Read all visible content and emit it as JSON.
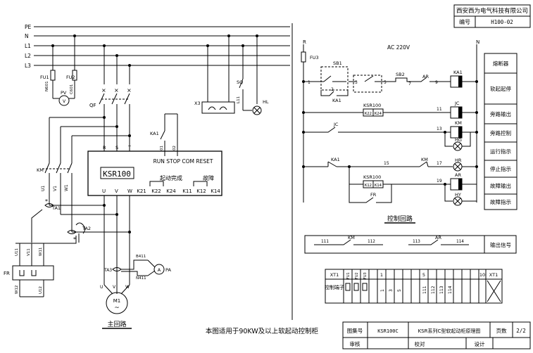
{
  "title_block": {
    "company": "西安西为电气科技有限公司",
    "number_label": "编号",
    "number_value": "H100-02",
    "drawing_no_label": "图集号",
    "drawing_no": "KSR100C",
    "drawing_title": "KSR系列C型软起动柜原理图",
    "page_label": "页数",
    "page_value": "2/2",
    "review_label": "审核",
    "proof_label": "校对",
    "design_label": "设计"
  },
  "note": "本图适用于90KW及以上软起动控制柜",
  "main_circuit": {
    "caption": "主回路",
    "bus_labels": [
      "PE",
      "N",
      "L1",
      "L2",
      "L3"
    ],
    "fuse_labels": [
      "FU1",
      "FU2"
    ],
    "wire_labels": [
      "N601",
      "C601",
      "L11",
      "B411",
      "N411"
    ],
    "meter_pv": "PV",
    "meter_pa": "PA",
    "qf": "QF",
    "km": "KM",
    "x3": "X3",
    "sq": "SQ",
    "hl": "HL",
    "ka1": "KA1",
    "fr": "FR",
    "ta1": "TA1",
    "ta2": "TA2",
    "ta3": "TA3",
    "motor": "M1",
    "motor_symbol": "~",
    "phases_in": [
      "R",
      "S",
      "T"
    ],
    "phases_out": [
      "U",
      "V",
      "W"
    ],
    "wire_in": [
      "U1",
      "V1",
      "W1"
    ],
    "fr_wires": [
      "U11",
      "V11",
      "W11"
    ],
    "fr_bottom": [
      "W12",
      "U12"
    ],
    "motor_terms": [
      "U",
      "V",
      "W"
    ],
    "ctrl_terms": [
      "01",
      "02"
    ],
    "asterisk": "*"
  },
  "softstarter": {
    "name": "KSR100",
    "top_terminals": "RUN STOP COM RESET",
    "bottom_terminals": [
      "K21",
      "K22",
      "K24",
      "K11",
      "K12",
      "K14"
    ],
    "label_done": "起动完成",
    "label_fault": "故障"
  },
  "control_circuit": {
    "caption": "控制回路",
    "supply": "AC 220V",
    "rail_r": "R",
    "rail_n": "N",
    "fu3": "FU3",
    "sb1": "SB1",
    "sb2": "SB2",
    "ka1": "KA1",
    "ar": "AR",
    "jc": "JC",
    "km": "KM",
    "hg": "HG",
    "hr": "HR",
    "fr": "FR",
    "hy": "HY",
    "ksr": "KSR100",
    "ksr_contacts": [
      "K22",
      "K24",
      "K12",
      "K14"
    ],
    "node_numbers": [
      "1",
      "3",
      "5",
      "7",
      "9",
      "11",
      "13",
      "15",
      "17",
      "19"
    ],
    "box_node": "2"
  },
  "legend": [
    "熔断器",
    "软起起停",
    "旁路输出",
    "旁路控制",
    "运行指示",
    "停止指示",
    "故障输出",
    "故障指示"
  ],
  "output_signal": {
    "label": "输出信号",
    "km": "KM",
    "ar": "AR",
    "terms": [
      "111",
      "112",
      "113",
      "114"
    ]
  },
  "terminal_strip": {
    "header": "XT1",
    "name": "控制端子",
    "fuse_labels": [
      "FU1",
      "FU2",
      "FU3"
    ],
    "numbers": [
      "1",
      "5",
      "10"
    ],
    "vertical_labels": [
      "1",
      "3",
      "5",
      "111",
      "112",
      "113",
      "114"
    ]
  }
}
